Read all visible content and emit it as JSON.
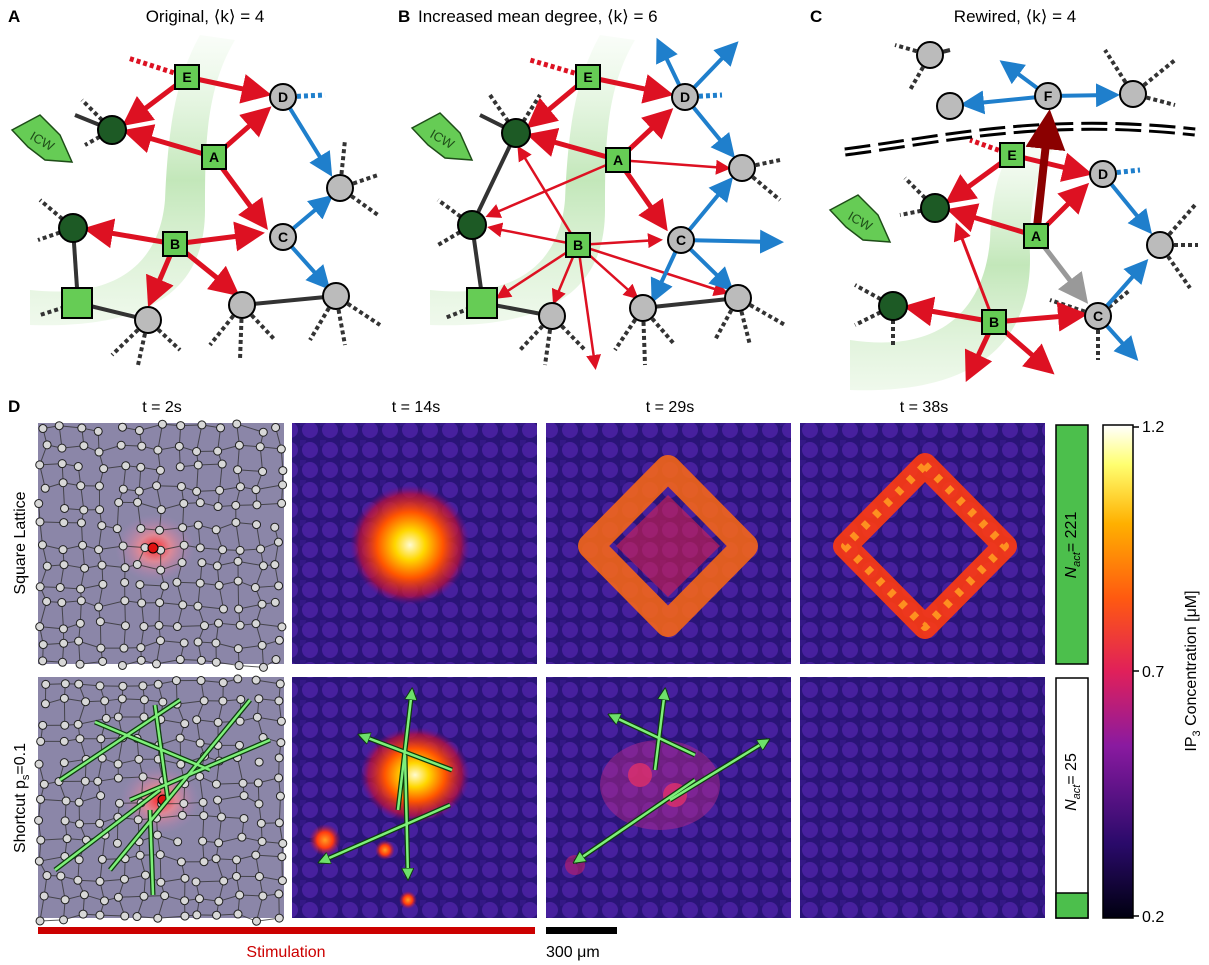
{
  "panels": {
    "a": {
      "letter": "A",
      "title": "Original, ⟨k⟩ = 4"
    },
    "b": {
      "letter": "B",
      "title": "Increased mean degree, ⟨k⟩ = 6"
    },
    "c": {
      "letter": "C",
      "title": "Rewired, ⟨k⟩ = 4"
    },
    "d": {
      "letter": "D"
    }
  },
  "node_labels": {
    "A": "A",
    "B": "B",
    "C": "C",
    "D": "D",
    "E": "E",
    "F": "F"
  },
  "icw_label": "ICW",
  "time_labels": [
    "t = 2s",
    "t = 14s",
    "t = 29s",
    "t = 38s"
  ],
  "row_labels": {
    "square": "Square Lattice",
    "shortcut_prefix": "Shortcut p",
    "shortcut_sub": "s",
    "shortcut_suffix": "=0.1"
  },
  "nact": {
    "prefix": "N",
    "sub": "act",
    "square_value": "= 221",
    "shortcut_value": "= 25",
    "square": 221,
    "shortcut": 25
  },
  "colorbar": {
    "title_prefix": "IP",
    "title_sub": "3",
    "title_suffix": " Concentration [μM]",
    "ticks": [
      "1.2",
      "0.7",
      "0.2"
    ],
    "min": 0.2,
    "max": 1.2
  },
  "stimulation_label": "Stimulation",
  "scale_label": "300 μm",
  "colors": {
    "activated_signal": "#dd1122",
    "passive_signal": "#1f7fcc",
    "stimulated_node": "#66cc55",
    "activated_node": "#1d5a25",
    "inactive_node": "#bbbbbb",
    "rewired_edge": "#8b0000",
    "stimulation_bar": "#cc0000"
  }
}
